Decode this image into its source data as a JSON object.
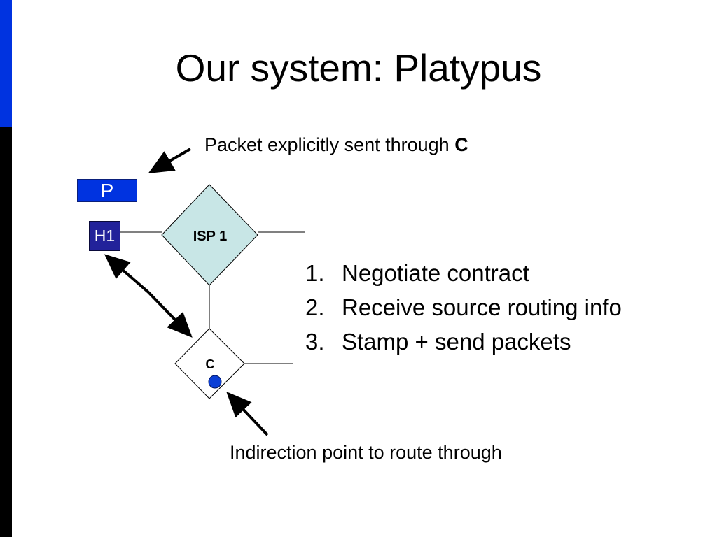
{
  "title": "Our system: Platypus",
  "colors": {
    "side_bar_top": "#0033e0",
    "side_bar_bottom": "#000000",
    "packet_fill": "#0033e0",
    "host_fill": "#22229a",
    "isp_fill": "#c8e6e6",
    "indirection_dot": "#0b3fd6"
  },
  "callouts": {
    "packet_text": "Packet explicitly sent through ",
    "packet_emphasis": "C",
    "indirection_text": "Indirection point to route through"
  },
  "diagram": {
    "packet_label": "P",
    "host_label": "H1",
    "isp_label": "ISP 1",
    "indirection_label": "C"
  },
  "steps": [
    {
      "number": "1.",
      "text": "Negotiate contract"
    },
    {
      "number": "2.",
      "text": "Receive source routing info"
    },
    {
      "number": "3.",
      "text": "Stamp + send packets"
    }
  ]
}
